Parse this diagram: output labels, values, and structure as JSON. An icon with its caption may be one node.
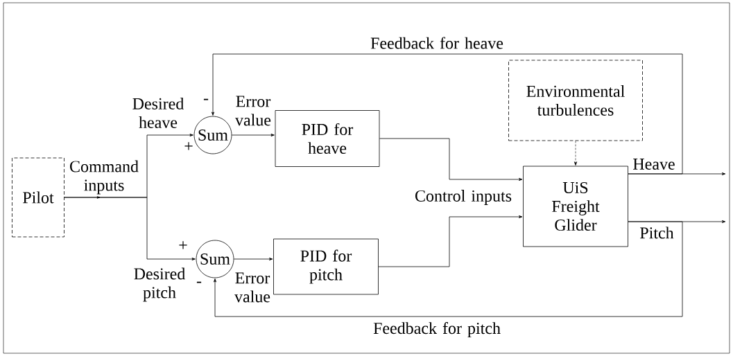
{
  "diagram": {
    "nodes": [
      {
        "text": [
          "Pilot"
        ]
      },
      {
        "text": [
          "Sum"
        ]
      },
      {
        "text": [
          "Sum"
        ]
      },
      {
        "text": [
          "PID for heave"
        ]
      },
      {
        "text": [
          "PID for pitch"
        ]
      },
      {
        "text": [
          "Environmental turbulences"
        ]
      },
      {
        "text": [
          "UiS Freight Glider"
        ]
      }
    ],
    "edges": [
      {
        "from": 0,
        "to": 1,
        "arrow": "to",
        "label": "Desired heave"
      },
      {
        "from": 0,
        "to": 2,
        "arrow": "to",
        "label": "Desired pitch"
      },
      {
        "from": 6,
        "to": 1,
        "arrow": "to",
        "label": "Feedback for heave"
      },
      {
        "from": 6,
        "to": 2,
        "arrow": "to",
        "label": "Feedback for pitch"
      },
      {
        "from": 1,
        "to": 3,
        "arrow": "to",
        "label": "Error value"
      },
      {
        "from": 2,
        "to": 4,
        "arrow": "to",
        "label": "Error value"
      },
      {
        "from": 3,
        "to": 6,
        "arrow": "to"
      },
      {
        "from": 4,
        "to": 6,
        "arrow": "to"
      },
      {
        "from": 5,
        "to": 6,
        "arrow": "to",
        "style": "dashed"
      },
      {
        "from": 6,
        "to": null,
        "arrow": "to",
        "label": "Heave"
      },
      {
        "from": 6,
        "to": null,
        "arrow": "to",
        "label": "Pitch"
      }
    ],
    "labels": [
      "-",
      "+",
      "Command inputs",
      "Control inputs",
      "+",
      "-"
    ]
  }
}
